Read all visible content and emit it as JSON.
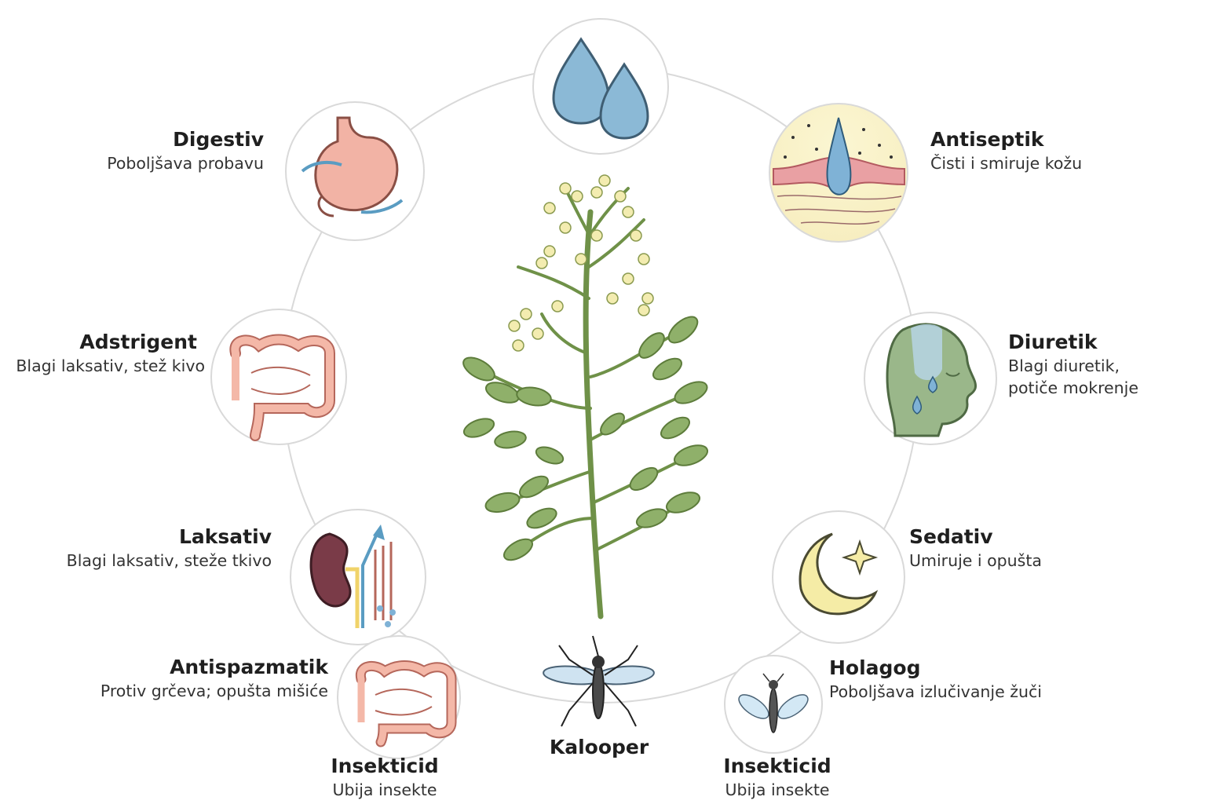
{
  "center": {
    "label": "Kalooper"
  },
  "nodes": [
    {
      "id": "top",
      "icon": "water-drops-icon"
    },
    {
      "id": "digestiv",
      "title": "Digestiv",
      "desc": [
        "Poboljšava probavu"
      ],
      "icon": "stomach-icon"
    },
    {
      "id": "antiseptik",
      "title": "Antiseptik",
      "desc": [
        "Čisti i smiruje kožu"
      ],
      "icon": "skin-drop-icon"
    },
    {
      "id": "adstrigent",
      "title": "Adstrigent",
      "desc": [
        "Blagi laksativ, stež kivo"
      ],
      "icon": "intestine-icon"
    },
    {
      "id": "diuretik",
      "title": "Diuretik",
      "desc": [
        "Blagi diuretik,",
        "potiče mokrenje"
      ],
      "icon": "head-profile-icon"
    },
    {
      "id": "laksativ",
      "title": "Laksativ",
      "desc": [
        "Blagi laksativ, steže tkivo"
      ],
      "icon": "kidney-icon"
    },
    {
      "id": "sedativ",
      "title": "Sedativ",
      "desc": [
        "Umiruje i opušta"
      ],
      "icon": "moon-star-icon"
    },
    {
      "id": "antispazmatik",
      "title": "Antispazmatik",
      "desc": [
        "Protiv grčeva; opušta mišiće"
      ],
      "icon": "intestine-icon"
    },
    {
      "id": "holagog",
      "title": "Holagog",
      "desc": [
        "Poboljšava izlučivanje žuči"
      ],
      "icon": "insect-icon"
    },
    {
      "id": "insekticid-left",
      "title": "Insekticid",
      "desc": [
        "Ubija insekte"
      ]
    },
    {
      "id": "insekticid-right",
      "title": "Insekticid",
      "desc": [
        "Ubija insekte"
      ]
    }
  ],
  "colors": {
    "ring": "#d9d9d9",
    "leaf": "#8fb06a",
    "stem": "#6f9148",
    "flower": "#f3ecb0",
    "drop": "#8bb9d6",
    "stomach": "#f2b3a5",
    "kidney": "#7a3b48",
    "moon": "#f5eca6",
    "head": "#9ab78a"
  }
}
